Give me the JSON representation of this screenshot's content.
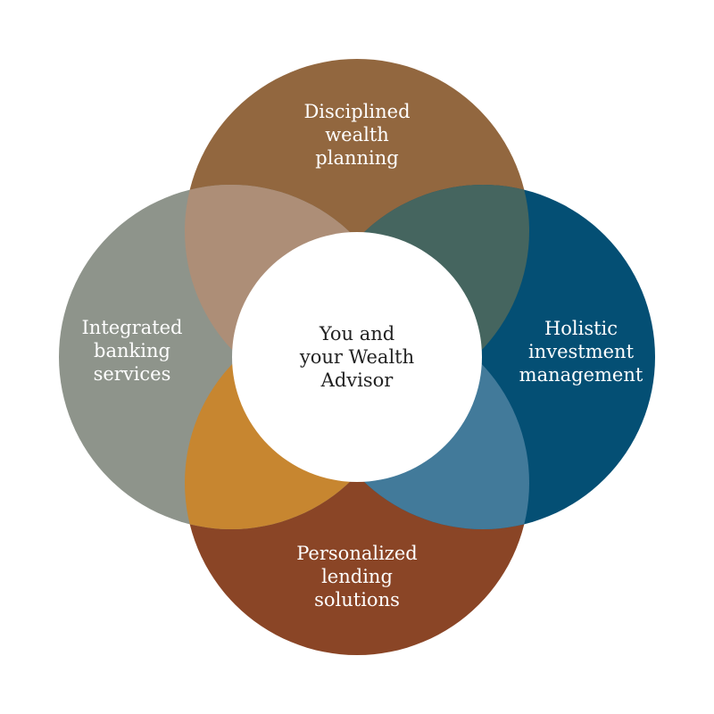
{
  "colors": {
    "top": "#92673F",
    "right": "#044F74",
    "bottom": "#8A4526",
    "left": "#8E948B",
    "overlap_top_left": "#AD8E77",
    "overlap_top_right": "#45655F",
    "overlap_bottom_right": "#427A9A",
    "overlap_bottom_left": "#C78630",
    "center": "#FFFFFF",
    "outer_text": "#FFFFFF",
    "center_text": "#222222"
  },
  "center": {
    "lines": [
      "You and",
      "your Wealth",
      "Advisor"
    ]
  },
  "petals": {
    "top": {
      "lines": [
        "Disciplined",
        "wealth",
        "planning"
      ]
    },
    "right": {
      "lines": [
        "Holistic",
        "investment",
        "management"
      ]
    },
    "bottom": {
      "lines": [
        "Personalized",
        "lending",
        "solutions"
      ]
    },
    "left": {
      "lines": [
        "Integrated",
        "banking",
        "services"
      ]
    }
  }
}
